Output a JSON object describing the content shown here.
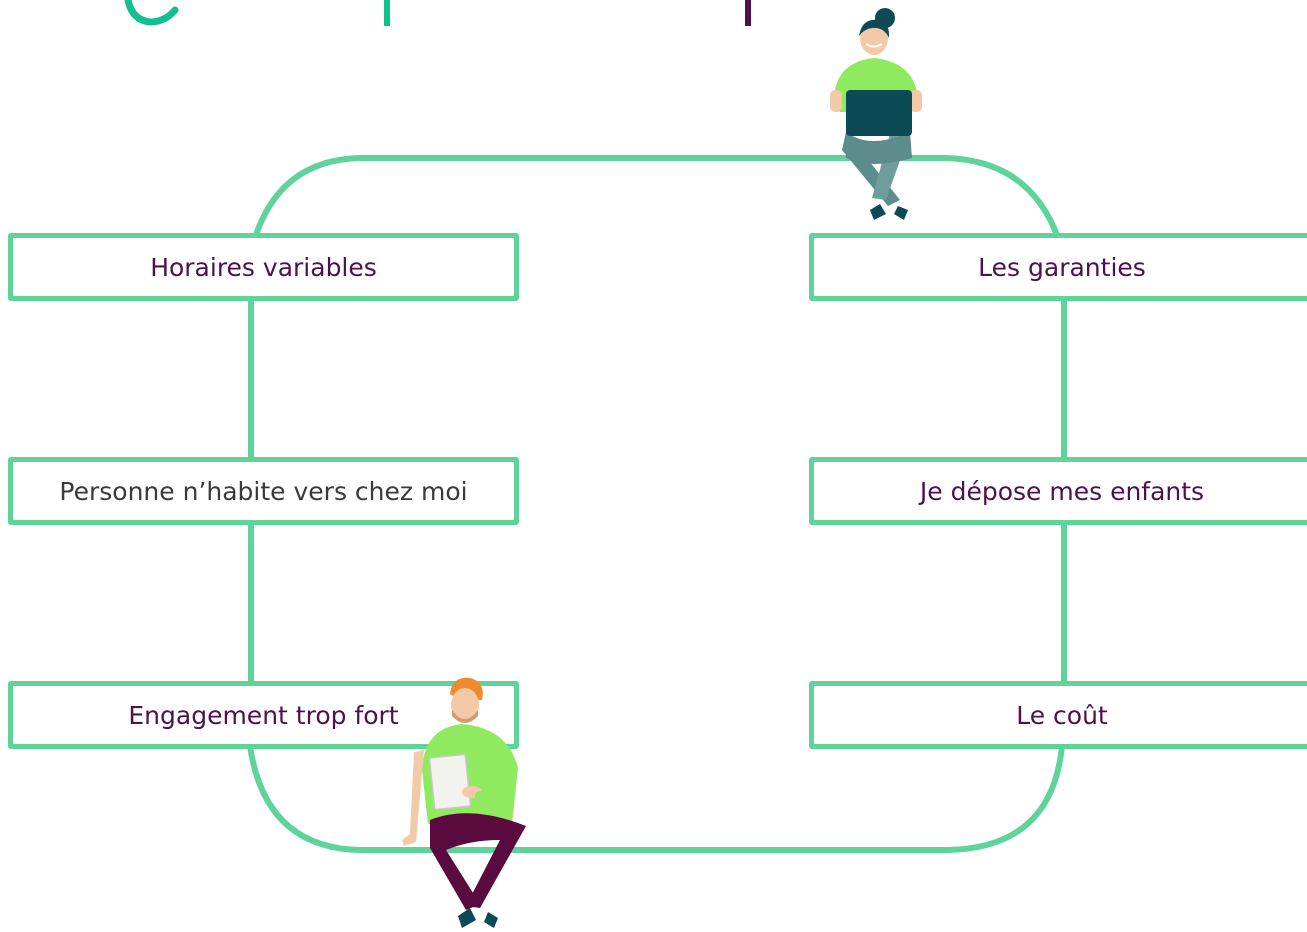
{
  "colors": {
    "frame": "#5ed49b",
    "title_teal": "#11c08e",
    "title_purple": "#4e1150",
    "label_purple": "#4e1150",
    "label_gray": "#3a3a3a",
    "shirt_green": "#8fea5f",
    "laptop": "#0c4a55",
    "trousers_teal": "#5c8c8c",
    "trousers_plum": "#5a0a3f",
    "hair_orange": "#f08a2e"
  },
  "diagram": {
    "left_column": [
      {
        "label": "Horaires variables"
      },
      {
        "label": "Personne n’habite vers chez moi"
      },
      {
        "label": "Engagement trop fort"
      }
    ],
    "right_column": [
      {
        "label": "Les garanties"
      },
      {
        "label": "Je dépose mes enfants"
      },
      {
        "label": "Le coût"
      }
    ]
  },
  "icons": {
    "top_person": "woman-with-laptop-icon",
    "bottom_person": "man-with-paper-icon"
  }
}
